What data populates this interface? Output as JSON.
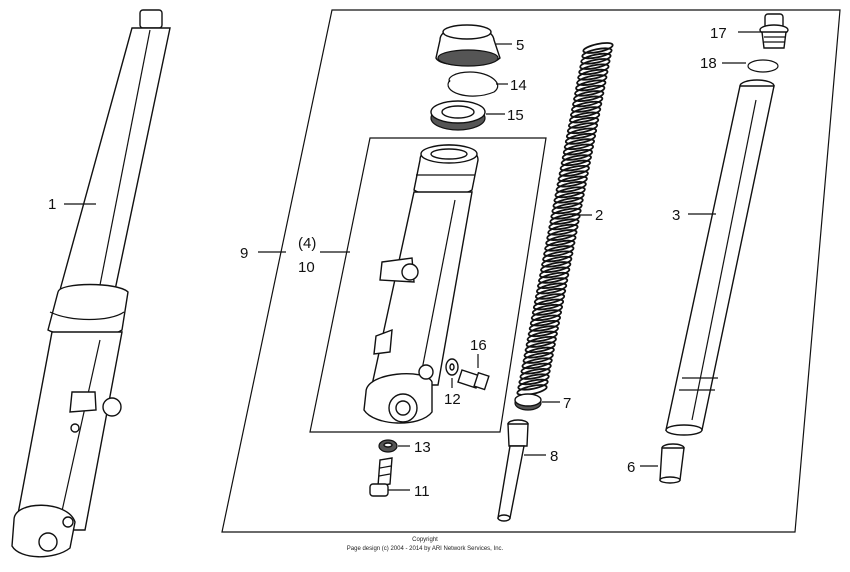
{
  "diagram": {
    "labels": {
      "p1": "1",
      "p2": "2",
      "p3": "3",
      "p4": "(4)",
      "p5": "5",
      "p6": "6",
      "p7": "7",
      "p8": "8",
      "p9": "9",
      "p10": "10",
      "p11": "11",
      "p12": "12",
      "p13": "13",
      "p14": "14",
      "p15": "15",
      "p16": "16",
      "p17": "17",
      "p18": "18"
    },
    "credit_line1": "Copyright",
    "credit_line2": "Page design (c) 2004 - 2014 by ARI Network Services, Inc."
  },
  "colors": {
    "ink": "#111111",
    "background": "#ffffff"
  }
}
